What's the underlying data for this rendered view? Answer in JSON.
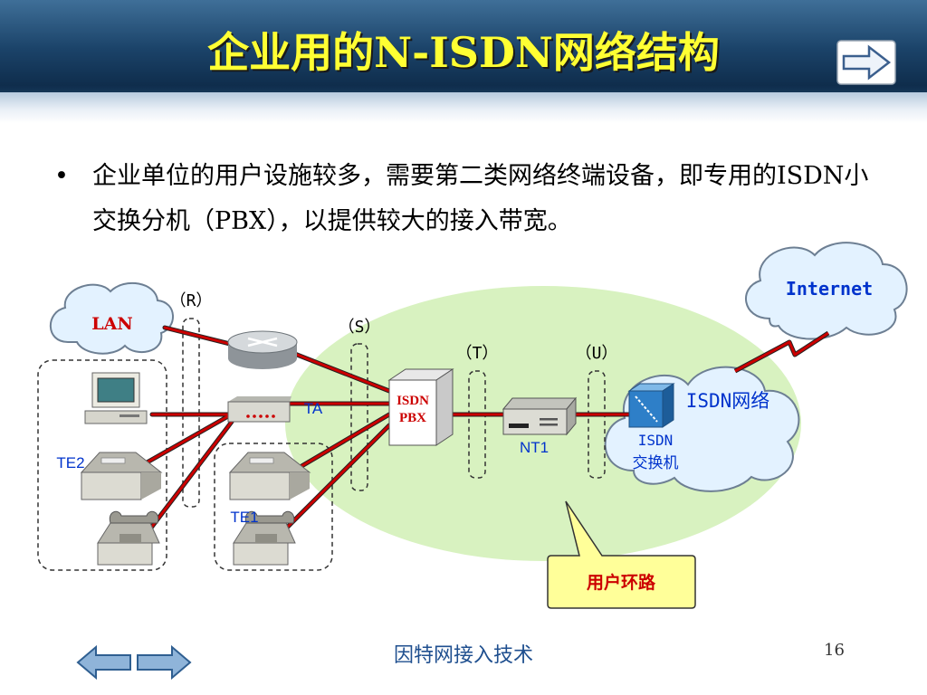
{
  "slide": {
    "title": "企业用的N-ISDN网络结构",
    "bullet": "企业单位的用户设施较多，需要第二类网络终端设备，即专用的ISDN小交换分机（PBX），以提供较大的接入带宽。",
    "footer": "因特网接入技术",
    "page_number": "16"
  },
  "diagram": {
    "clouds": {
      "lan": "LAN",
      "internet": "Internet",
      "isdn_network": "ISDN网络"
    },
    "reference_points": {
      "r": "（R）",
      "s": "（S）",
      "t": "（T）",
      "u": "（U）"
    },
    "labels": {
      "ta": "TA",
      "pbx_line1": "ISDN",
      "pbx_line2": "PBX",
      "nt1": "NT1",
      "switch_line1": "ISDN",
      "switch_line2": "交换机",
      "te1": "TE1",
      "te2": "TE2",
      "callout": "用户环路"
    },
    "colors": {
      "title": "#ffff33",
      "link": "#cc0000",
      "oval": "#d8f2c0",
      "callout_bg": "#ffff99",
      "label_blue": "#0033cc"
    }
  }
}
